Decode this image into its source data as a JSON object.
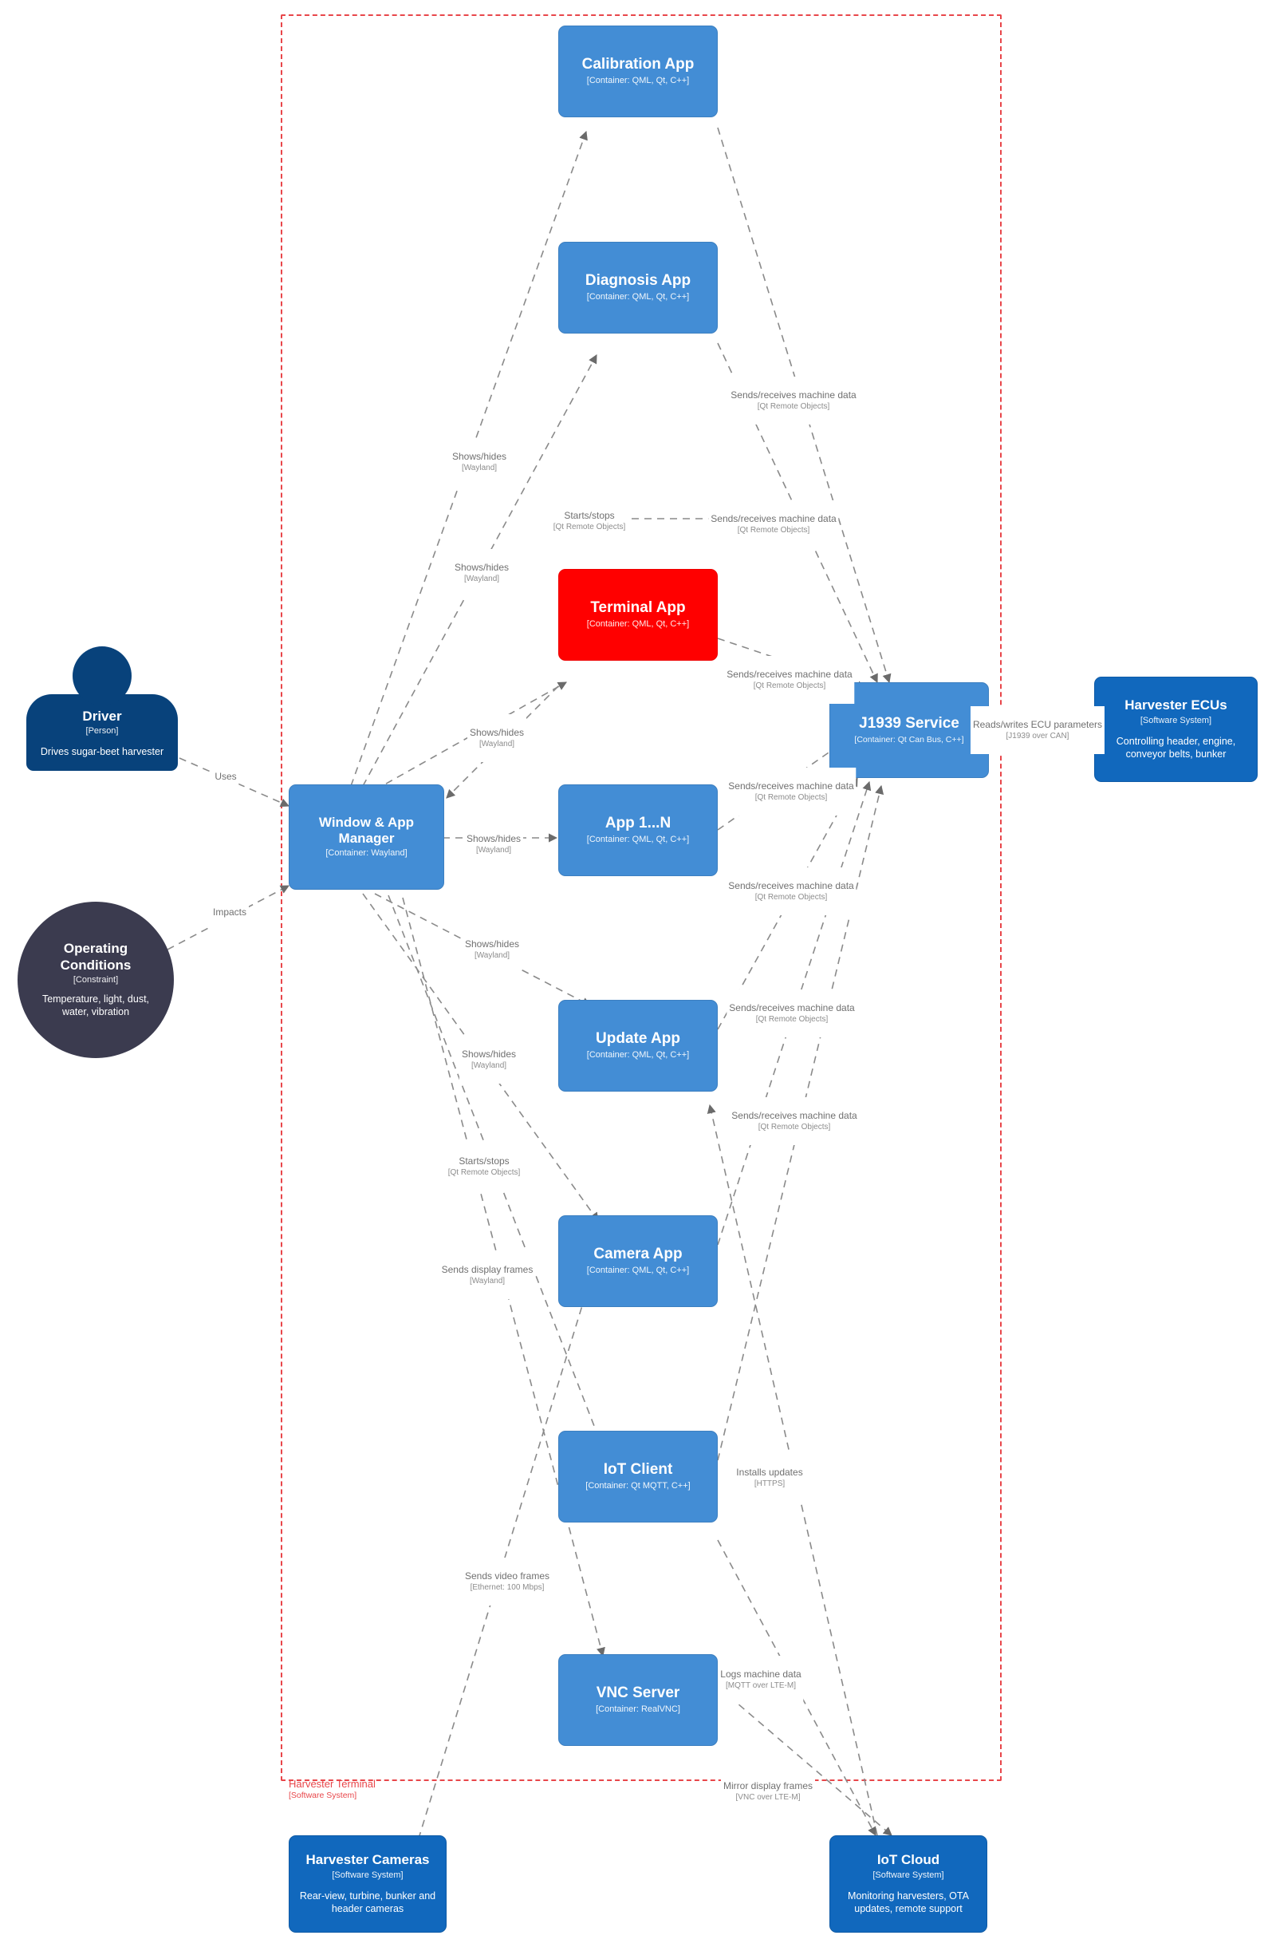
{
  "diagram": {
    "type": "c4-container-diagram",
    "boundary": {
      "title": "Harvester Terminal",
      "type": "[Software System]"
    },
    "colors": {
      "container": "#438DD5",
      "system": "#1168BD",
      "person": "#08427B",
      "focus": "#FF0000",
      "constraint": "#3B3B4F",
      "boundary": "#E8464A",
      "edge": "#808080",
      "label": "#707070"
    }
  },
  "nodes": [
    {
      "id": "calibration-app",
      "title": "Calibration App",
      "type": "[Container: QML, Qt, C++]",
      "desc": "",
      "kind": "container"
    },
    {
      "id": "diagnosis-app",
      "title": "Diagnosis App",
      "type": "[Container: QML, Qt, C++]",
      "desc": "",
      "kind": "container"
    },
    {
      "id": "terminal-app",
      "title": "Terminal App",
      "type": "[Container: QML, Qt, C++]",
      "desc": "",
      "kind": "focus"
    },
    {
      "id": "app-1-n",
      "title": "App 1...N",
      "type": "[Container: QML, Qt, C++]",
      "desc": "",
      "kind": "container"
    },
    {
      "id": "update-app",
      "title": "Update App",
      "type": "[Container: QML, Qt, C++]",
      "desc": "",
      "kind": "container"
    },
    {
      "id": "camera-app",
      "title": "Camera App",
      "type": "[Container: QML, Qt, C++]",
      "desc": "",
      "kind": "container"
    },
    {
      "id": "iot-client",
      "title": "IoT Client",
      "type": "[Container: Qt MQTT, C++]",
      "desc": "",
      "kind": "container"
    },
    {
      "id": "vnc-server",
      "title": "VNC Server",
      "type": "[Container: RealVNC]",
      "desc": "",
      "kind": "container"
    },
    {
      "id": "window-app-manager",
      "title": "Window & App Manager",
      "type": "[Container: Wayland]",
      "desc": "",
      "kind": "container"
    },
    {
      "id": "j1939-service",
      "title": "J1939 Service",
      "type": "[Container: Qt Can Bus, C++]",
      "desc": "",
      "kind": "container"
    },
    {
      "id": "harvester-ecus",
      "title": "Harvester ECUs",
      "type": "[Software System]",
      "desc": "Controlling header, engine, conveyor belts, bunker",
      "kind": "system"
    },
    {
      "id": "harvester-cameras",
      "title": "Harvester Cameras",
      "type": "[Software System]",
      "desc": "Rear-view, turbine, bunker and header cameras",
      "kind": "system"
    },
    {
      "id": "iot-cloud",
      "title": "IoT Cloud",
      "type": "[Software System]",
      "desc": "Monitoring harvesters, OTA updates, remote support",
      "kind": "system"
    },
    {
      "id": "driver",
      "title": "Driver",
      "type": "[Person]",
      "desc": "Drives sugar-beet harvester",
      "kind": "person"
    },
    {
      "id": "operating-conditions",
      "title": "Operating Conditions",
      "type": "[Constraint]",
      "desc": "Temperature, light, dust, water, vibration",
      "kind": "constraint"
    }
  ],
  "edges": [
    {
      "id": "driver-uses-wam",
      "label": "Uses",
      "tech": ""
    },
    {
      "id": "conditions-impacts-wam",
      "label": "Impacts",
      "tech": ""
    },
    {
      "id": "wam-shows-calibration",
      "label": "Shows/hides",
      "tech": "[Wayland]"
    },
    {
      "id": "wam-shows-diagnosis",
      "label": "Shows/hides",
      "tech": "[Wayland]"
    },
    {
      "id": "wam-shows-terminal",
      "label": "Shows/hides",
      "tech": "[Wayland]"
    },
    {
      "id": "wam-shows-app1n",
      "label": "Shows/hides",
      "tech": "[Wayland]"
    },
    {
      "id": "wam-shows-update",
      "label": "Shows/hides",
      "tech": "[Wayland]"
    },
    {
      "id": "wam-shows-camera",
      "label": "Shows/hides",
      "tech": "[Wayland]"
    },
    {
      "id": "terminal-starts-stops",
      "label": "Starts/stops",
      "tech": "[Qt Remote Objects]"
    },
    {
      "id": "wam-starts-stops-iot",
      "label": "Starts/stops",
      "tech": "[Qt Remote Objects]"
    },
    {
      "id": "wam-sends-display-frames",
      "label": "Sends display frames",
      "tech": "[Wayland]"
    },
    {
      "id": "calibration-j1939",
      "label": "Sends/receives machine data",
      "tech": "[Qt Remote Objects]"
    },
    {
      "id": "diagnosis-j1939",
      "label": "Sends/receives machine data",
      "tech": "[Qt Remote Objects]"
    },
    {
      "id": "terminal-j1939",
      "label": "Sends/receives machine data",
      "tech": "[Qt Remote Objects]"
    },
    {
      "id": "app1n-j1939",
      "label": "Sends/receives machine data",
      "tech": "[Qt Remote Objects]"
    },
    {
      "id": "update-j1939",
      "label": "Sends/receives machine data",
      "tech": "[Qt Remote Objects]"
    },
    {
      "id": "camera-j1939",
      "label": "Sends/receives machine data",
      "tech": "[Qt Remote Objects]"
    },
    {
      "id": "iot-j1939",
      "label": "Sends/receives machine data",
      "tech": "[Qt Remote Objects]"
    },
    {
      "id": "j1939-ecus",
      "label": "Reads/writes ECU parameters",
      "tech": "[J1939 over CAN]"
    },
    {
      "id": "iotcloud-installs-updates",
      "label": "Installs updates",
      "tech": "[HTTPS]"
    },
    {
      "id": "cameras-sends-video",
      "label": "Sends video frames",
      "tech": "[Ethernet: 100 Mbps]"
    },
    {
      "id": "iot-logs-machine-data",
      "label": "Logs machine data",
      "tech": "[MQTT over LTE-M]"
    },
    {
      "id": "vnc-mirror-display",
      "label": "Mirror display frames",
      "tech": "[VNC over LTE-M]"
    }
  ]
}
